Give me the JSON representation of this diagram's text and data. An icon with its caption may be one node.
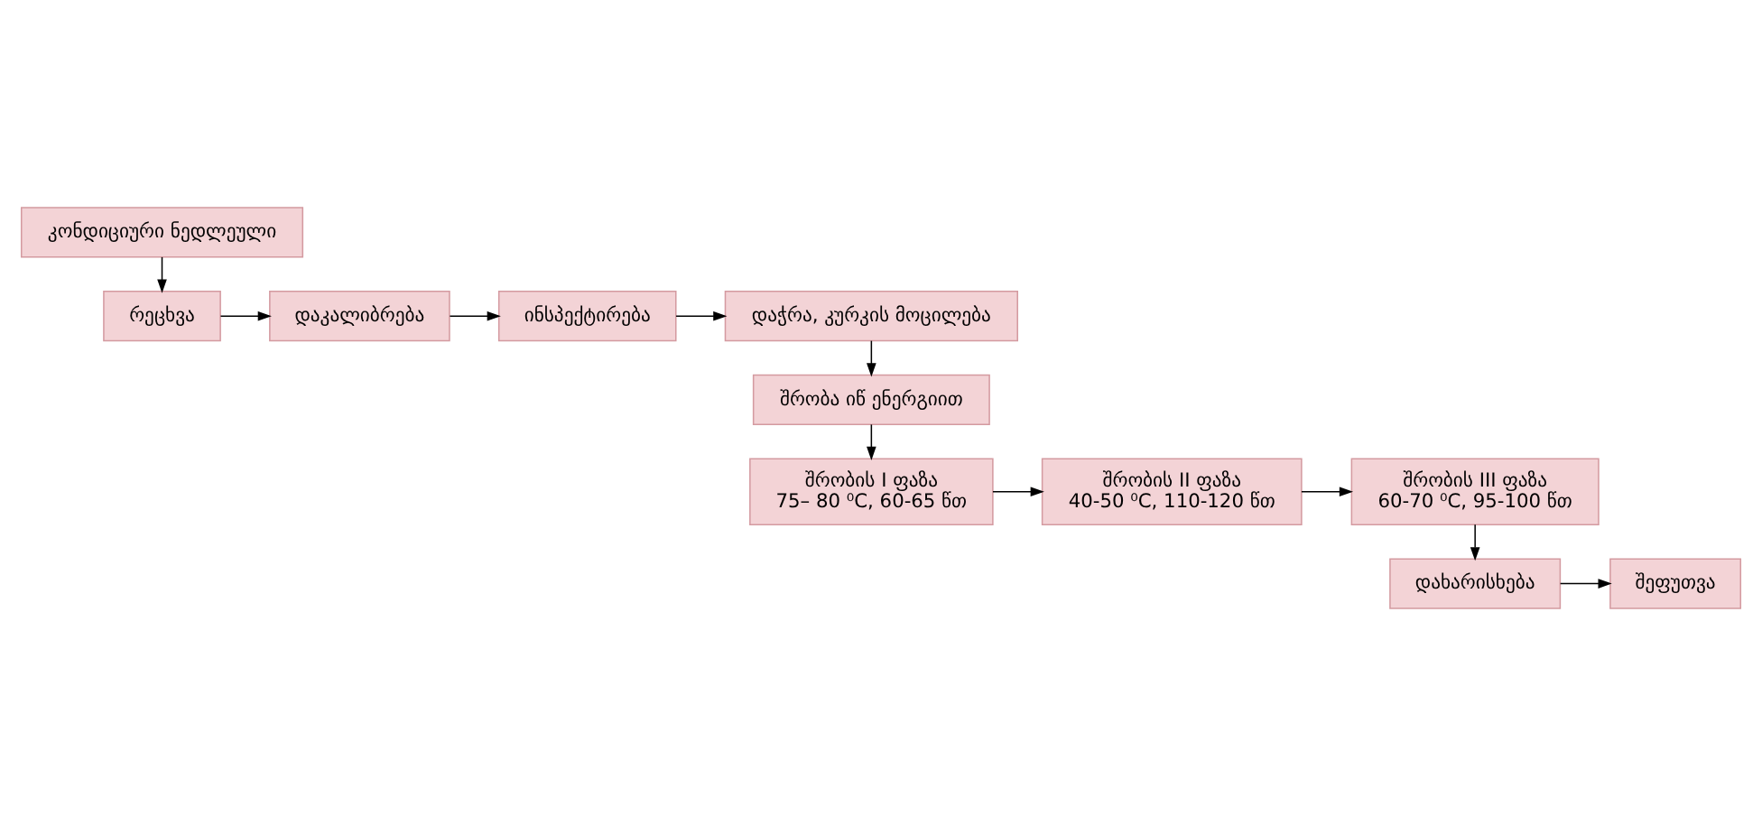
{
  "diagram": {
    "nodes": [
      {
        "text": [
          "კონდიციური ნედლეული"
        ]
      },
      {
        "text": [
          "რეცხვა"
        ]
      },
      {
        "text": [
          "დაკალიბრება"
        ]
      },
      {
        "text": [
          "ინსპექტირება"
        ]
      },
      {
        "text": [
          "დაჭრა, კურკის მოცილება"
        ]
      },
      {
        "text": [
          "შრობა იწ ენერგიით"
        ]
      },
      {
        "text": [
          "შრობის I ფაზა",
          "75– 80 ⁰C, 60-65 წთ"
        ]
      },
      {
        "text": [
          "შრობის II ფაზა",
          "40-50 ⁰C, 110-120 წთ"
        ]
      },
      {
        "text": [
          "შრობის III ფაზა",
          "60-70 ⁰C, 95-100 წთ"
        ]
      },
      {
        "text": [
          "შეფუთვა"
        ]
      },
      {
        "text": [
          "დახარისხება"
        ]
      }
    ],
    "edges": [
      {
        "from": 0,
        "to": 1,
        "arrow": "to"
      },
      {
        "from": 1,
        "to": 2,
        "arrow": "to"
      },
      {
        "from": 2,
        "to": 3,
        "arrow": "to"
      },
      {
        "from": 3,
        "to": 4,
        "arrow": "to"
      },
      {
        "from": 4,
        "to": 5,
        "arrow": "to"
      },
      {
        "from": 5,
        "to": 6,
        "arrow": "to"
      },
      {
        "from": 6,
        "to": 7,
        "arrow": "to"
      },
      {
        "from": 7,
        "to": 8,
        "arrow": "to"
      },
      {
        "from": 8,
        "to": 10,
        "arrow": "to"
      },
      {
        "from": 10,
        "to": 9,
        "arrow": "to"
      }
    ]
  }
}
